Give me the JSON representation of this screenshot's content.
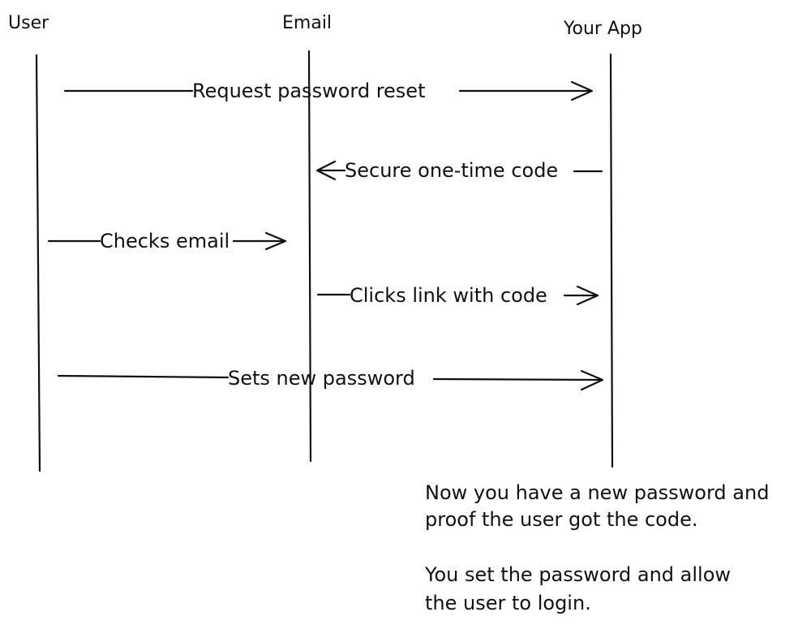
{
  "lanes": [
    {
      "id": "user",
      "title": "User"
    },
    {
      "id": "email",
      "title": "Email"
    },
    {
      "id": "app",
      "title": "Your App"
    }
  ],
  "messages": [
    {
      "label": "Request password reset"
    },
    {
      "label": "Secure one-time code"
    },
    {
      "label": "Checks email"
    },
    {
      "label": "Clicks link with code"
    },
    {
      "label": "Sets new password"
    }
  ],
  "note": {
    "lines": [
      "Now you have a new password and",
      "proof the user got the code.",
      "",
      "You set the password and allow",
      "the user to login."
    ]
  }
}
